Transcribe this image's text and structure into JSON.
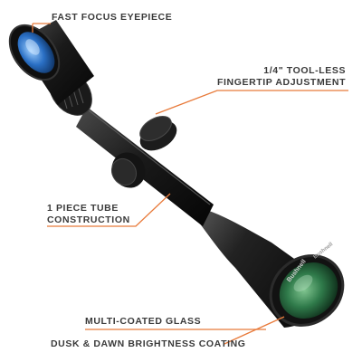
{
  "callouts": {
    "eyepiece": {
      "lines": [
        "FAST FOCUS EYEPIECE"
      ]
    },
    "adjustment": {
      "lines": [
        "1/4\" TOOL-LESS",
        "FINGERTIP ADJUSTMENT"
      ]
    },
    "tube": {
      "lines": [
        "1 PIECE TUBE",
        "CONSTRUCTION"
      ]
    },
    "glass": {
      "lines": [
        "MULTI-COATED GLASS"
      ]
    },
    "coating": {
      "lines": [
        "DUSK & DAWN BRIGHTNESS COATING"
      ]
    }
  },
  "product": {
    "brand_mark": "Bushnell",
    "objective_text": "Bushnell"
  },
  "colors": {
    "leader": "#e87a3a",
    "label_text": "#3a3a3a",
    "scope_body": "#1b1b1b",
    "lens_tint": "#2f7a4a",
    "eyepiece_lens": "#2a6fc4"
  }
}
